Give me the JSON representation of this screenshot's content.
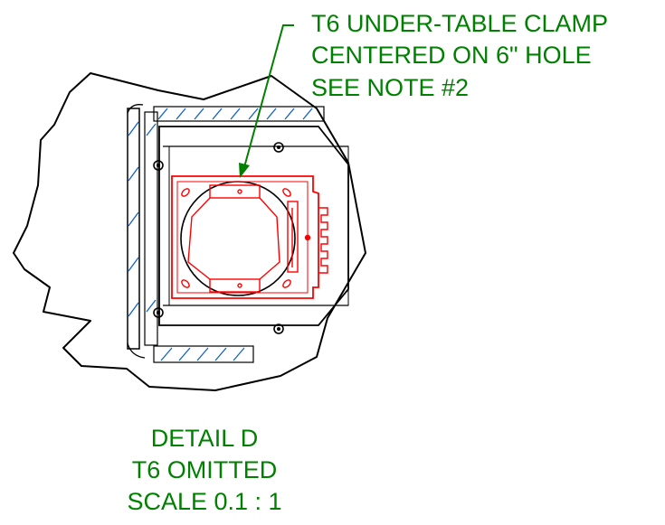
{
  "callout": {
    "line1": "T6 UNDER-TABLE CLAMP",
    "line2": "CENTERED ON 6\" HOLE",
    "line3": "SEE NOTE #2"
  },
  "detail": {
    "line1": "DETAIL  D",
    "line2": "T6 OMITTED",
    "line3": "SCALE 0.1 : 1"
  },
  "colors": {
    "background": "#ffffff",
    "outline": "#000000",
    "annotation": "#008000",
    "clamp": "#ff0000",
    "hatch": "#1060c8"
  },
  "drawing_items": [
    "breakout-boundary",
    "table-section-hatch",
    "mounting-plate",
    "mounting-screw-holes",
    "six-inch-hole",
    "t6-clamp",
    "leader-arrow"
  ]
}
